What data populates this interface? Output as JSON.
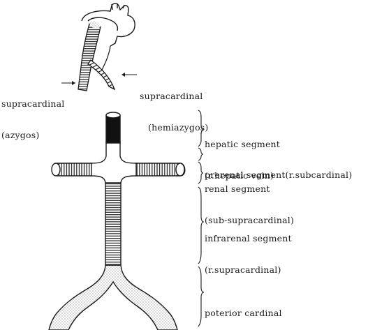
{
  "colors": {
    "ink": "#1a1a1a",
    "background": "#ffffff",
    "stipple": "#3a3a3a"
  },
  "thorax": {
    "left_label": {
      "line1": "supracardinal",
      "line2": "(azygos)"
    },
    "right_label": {
      "line1": "supracardinal",
      "line2": "(hemiazygos)"
    }
  },
  "ivc": {
    "segments": [
      {
        "key": "hepatic",
        "line1": "hepatic segment",
        "line2": "(r.hepatic vein)"
      },
      {
        "key": "prerenal",
        "line1": "prerenal segment(r.subcardinal)"
      },
      {
        "key": "renal",
        "line1": "renal segment",
        "line2": "(sub-supracardinal)"
      },
      {
        "key": "infrarenal",
        "line1": "infrarenal segment",
        "line2": "(r.supracardinal)"
      },
      {
        "key": "posterior",
        "line1": "poterior cardinal"
      }
    ]
  }
}
